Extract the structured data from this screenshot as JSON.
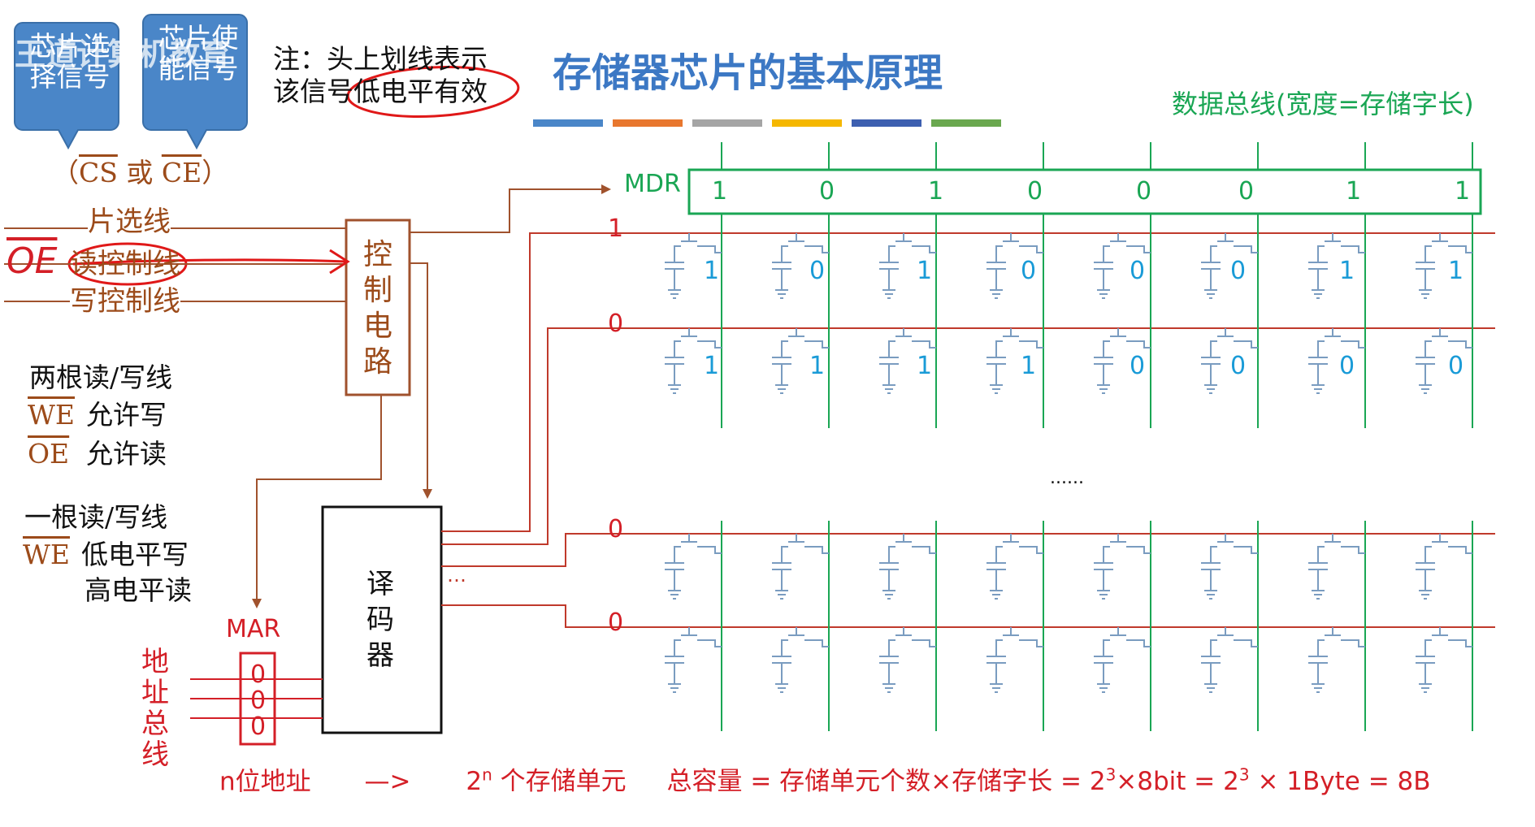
{
  "title": "存储器芯片的基本原理",
  "watermark": "王道计算机教育",
  "colors": {
    "brown": "#9c4b1a",
    "red": "#d41f27",
    "green": "#1aa654",
    "blue": "#1a9bd7",
    "callout": "#4a86c8",
    "title": "#3c78c4"
  },
  "title_color_bar": [
    "#4a86c8",
    "#e8772e",
    "#a5a5a5",
    "#f5b700",
    "#3d5fb0",
    "#6aa84f"
  ],
  "callouts": [
    {
      "text": "芯片选择信号"
    },
    {
      "text": "芯片使能信号"
    }
  ],
  "note": {
    "line1": "注：头上划线表示",
    "line2": "该信号低电平有效"
  },
  "cs_ce": {
    "open": "（",
    "cs": "CS",
    "or": " 或 ",
    "ce": "CE",
    "close": "）"
  },
  "control_lines": {
    "chip_select": "片选线",
    "read_control": "读控制线",
    "write_control": "写控制线",
    "oe_handwritten": "OE"
  },
  "control_circuit": {
    "chars": [
      "控",
      "制",
      "电",
      "路"
    ]
  },
  "two_line": {
    "heading": "两根读/写线",
    "we_signal": "WE",
    "we_desc": "允许写",
    "oe_signal": "OE",
    "oe_desc": "允许读"
  },
  "one_line": {
    "heading": "一根读/写线",
    "we_signal": "WE",
    "low_desc": "低电平写",
    "high_desc": "高电平读"
  },
  "decoder": {
    "chars": [
      "译",
      "码",
      "器"
    ],
    "ellipsis": "…"
  },
  "mar": {
    "label": "MAR",
    "bits": [
      "0",
      "0",
      "0"
    ]
  },
  "address_bus": {
    "chars": [
      "地",
      "址",
      "总",
      "线"
    ]
  },
  "data_bus_label": "数据总线(宽度=存储字长)",
  "mdr": {
    "label": "MDR",
    "bits": [
      "1",
      "0",
      "1",
      "0",
      "0",
      "0",
      "1",
      "1"
    ]
  },
  "word_lines": [
    {
      "level": "1",
      "bits": [
        "1",
        "0",
        "1",
        "0",
        "0",
        "0",
        "1",
        "1"
      ]
    },
    {
      "level": "0",
      "bits": [
        "1",
        "1",
        "1",
        "1",
        "0",
        "0",
        "0",
        "0"
      ]
    },
    {
      "level": "0",
      "bits": [
        "",
        "",
        "",
        "",
        "",
        "",
        "",
        ""
      ]
    },
    {
      "level": "0",
      "bits": [
        "",
        "",
        "",
        "",
        "",
        "",
        "",
        ""
      ]
    }
  ],
  "middle_ellipsis": "......",
  "formula": {
    "addr": "n位地址",
    "arrow": "—>",
    "cells_base": "2",
    "cells_exp": "n",
    "cells_text": " 个存储单元",
    "cap_prefix": "总容量 = 存储单元个数×存储字长 = 2",
    "exp1": "3",
    "mid": "×8bit = 2",
    "exp2": "3",
    "suffix": " × 1Byte = 8B"
  }
}
